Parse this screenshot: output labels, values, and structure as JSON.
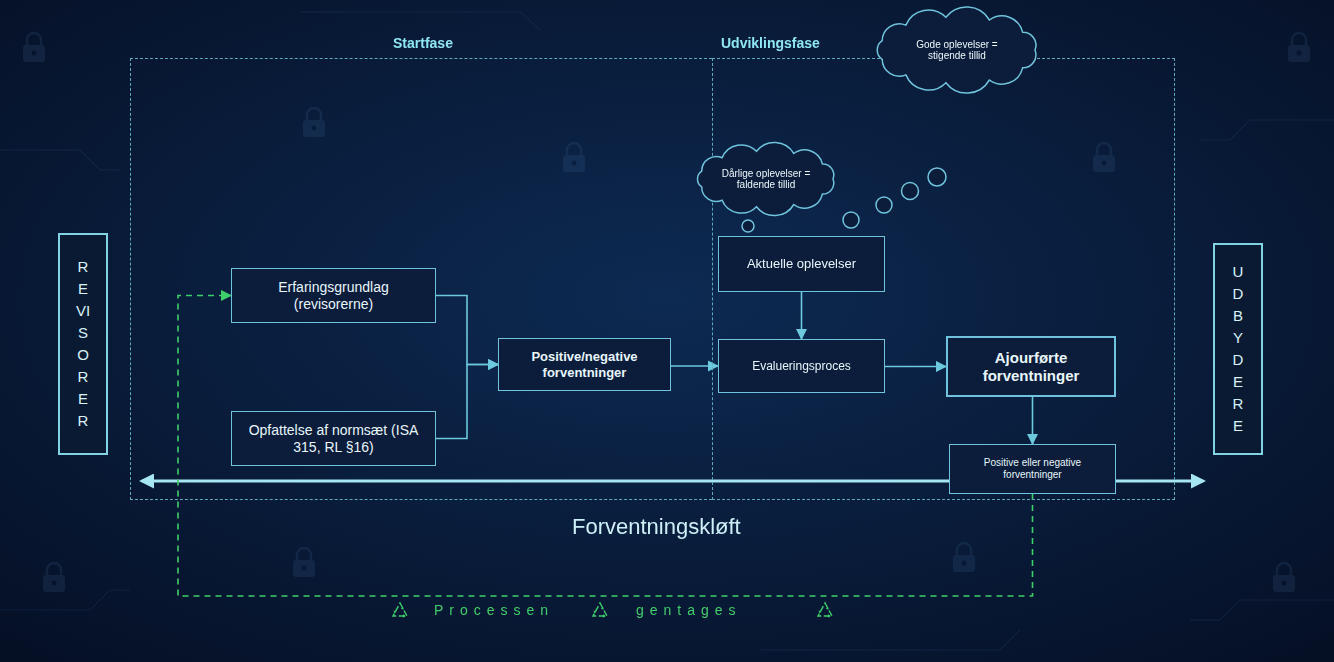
{
  "diagram": {
    "nodes": [
      {
        "text": [
          "REVISORER"
        ]
      },
      {
        "text": [
          "Startfase"
        ]
      },
      {
        "text": [
          "Erfaringsgrundlag (revisorerne)"
        ],
        "in": 1
      },
      {
        "text": [
          "Opfattelse af normsæt (ISA 315, RL §16)"
        ],
        "in": 1
      },
      {
        "text": [
          "Positive/negative forventninger"
        ],
        "in": 1
      },
      {
        "text": [
          "Udviklingsfase"
        ]
      },
      {
        "text": [
          "Gode oplevelser = stigende tillid"
        ],
        "in": 5
      },
      {
        "text": [
          "Dårlige oplevelser = faldende tillid"
        ],
        "in": 5
      },
      {
        "text": [
          "Aktuelle oplevelser"
        ],
        "in": 5
      },
      {
        "text": [
          "Evalueringsproces"
        ],
        "in": 5
      },
      {
        "text": [
          "Ajourførte forventninger"
        ],
        "in": 5
      },
      {
        "text": [
          "Positive eller negative forventninger"
        ],
        "in": 5
      },
      {
        "text": [
          "UDBYDERE"
        ]
      }
    ],
    "edges": [
      {
        "from": 2,
        "to": 4,
        "arrow": "to"
      },
      {
        "from": 3,
        "to": 4,
        "arrow": "to"
      },
      {
        "from": 4,
        "to": 9,
        "arrow": "to"
      },
      {
        "from": 8,
        "to": 9,
        "arrow": "to"
      },
      {
        "from": 9,
        "to": 10,
        "arrow": "to"
      },
      {
        "from": 10,
        "to": 11,
        "arrow": "to"
      },
      {
        "from": 11,
        "to": 2,
        "arrow": "to"
      }
    ],
    "labels": [
      "Forventningskløft",
      "Processen",
      "gentages"
    ]
  }
}
